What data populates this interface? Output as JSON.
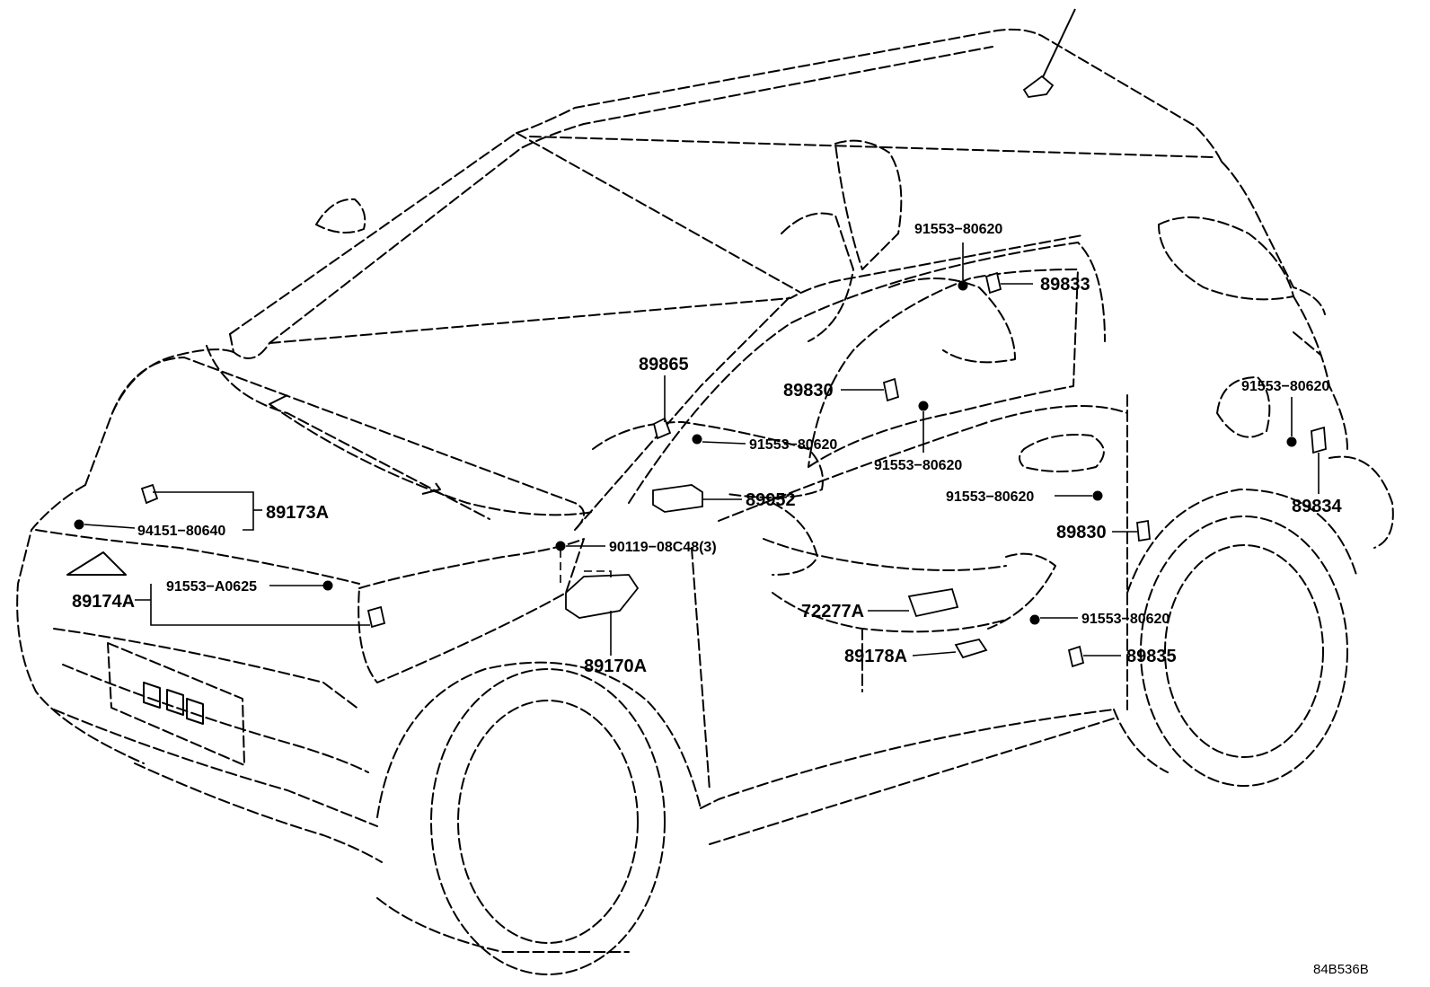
{
  "labels": {
    "p89173A": "89173A",
    "p94151_80640": "94151−80640",
    "p89174A": "89174A",
    "p91553_A0625": "91553−A0625",
    "p89865": "89865",
    "p91553_80620_a": "91553−80620",
    "p89952": "89952",
    "p90119_08C48": "90119−08C48(3)",
    "p89170A": "89170A",
    "p91553_80620_top": "91553−80620",
    "p89833": "89833",
    "p89830_a": "89830",
    "p91553_80620_b": "91553−80620",
    "p91553_80620_c": "91553−80620",
    "p89830_b": "89830",
    "p72277A": "72277A",
    "p89178A": "89178A",
    "p91553_80620_d": "91553−80620",
    "p89835": "89835",
    "p91553_80620_right": "91553−80620",
    "p89834": "89834"
  },
  "figure_code": "84B536B"
}
